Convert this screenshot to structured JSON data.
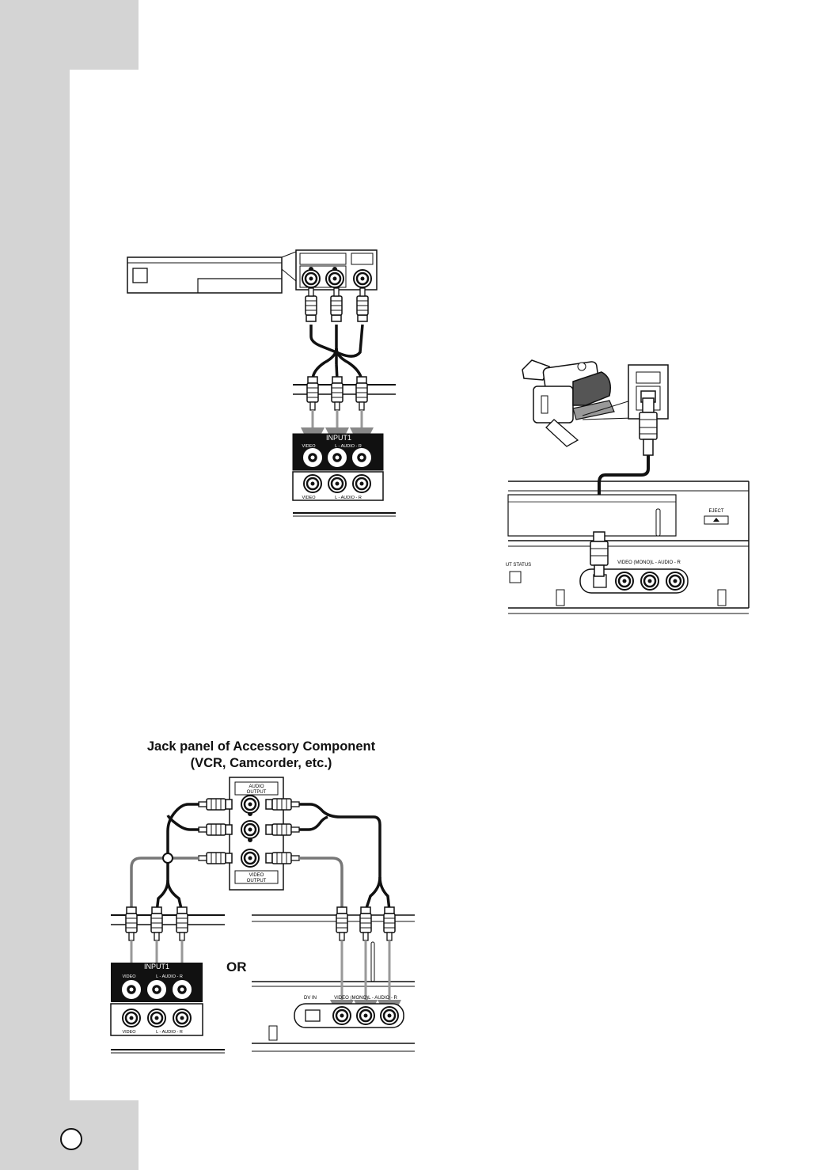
{
  "accessory_diagram": {
    "caption_line1": "Jack panel of Accessory Component",
    "caption_line2": "(VCR, Camcorder, etc.)",
    "audio_output_line1": "AUDIO",
    "audio_output_line2": "OUTPUT",
    "video_output_line1": "VIDEO",
    "video_output_line2": "OUTPUT",
    "or_label": "OR"
  },
  "rear_panel": {
    "input_label": "INPUT1",
    "video_label": "VIDEO",
    "audio_label": "L - AUDIO - R"
  },
  "front_panel": {
    "eject_label": "EJECT",
    "status_label": "UT STATUS",
    "jacks_label": "VIDEO  (MONO)L - AUDIO - R",
    "dv_in_label": "DV IN",
    "front_jacks_label": "VIDEO  (MONO)L - AUDIO - R"
  }
}
